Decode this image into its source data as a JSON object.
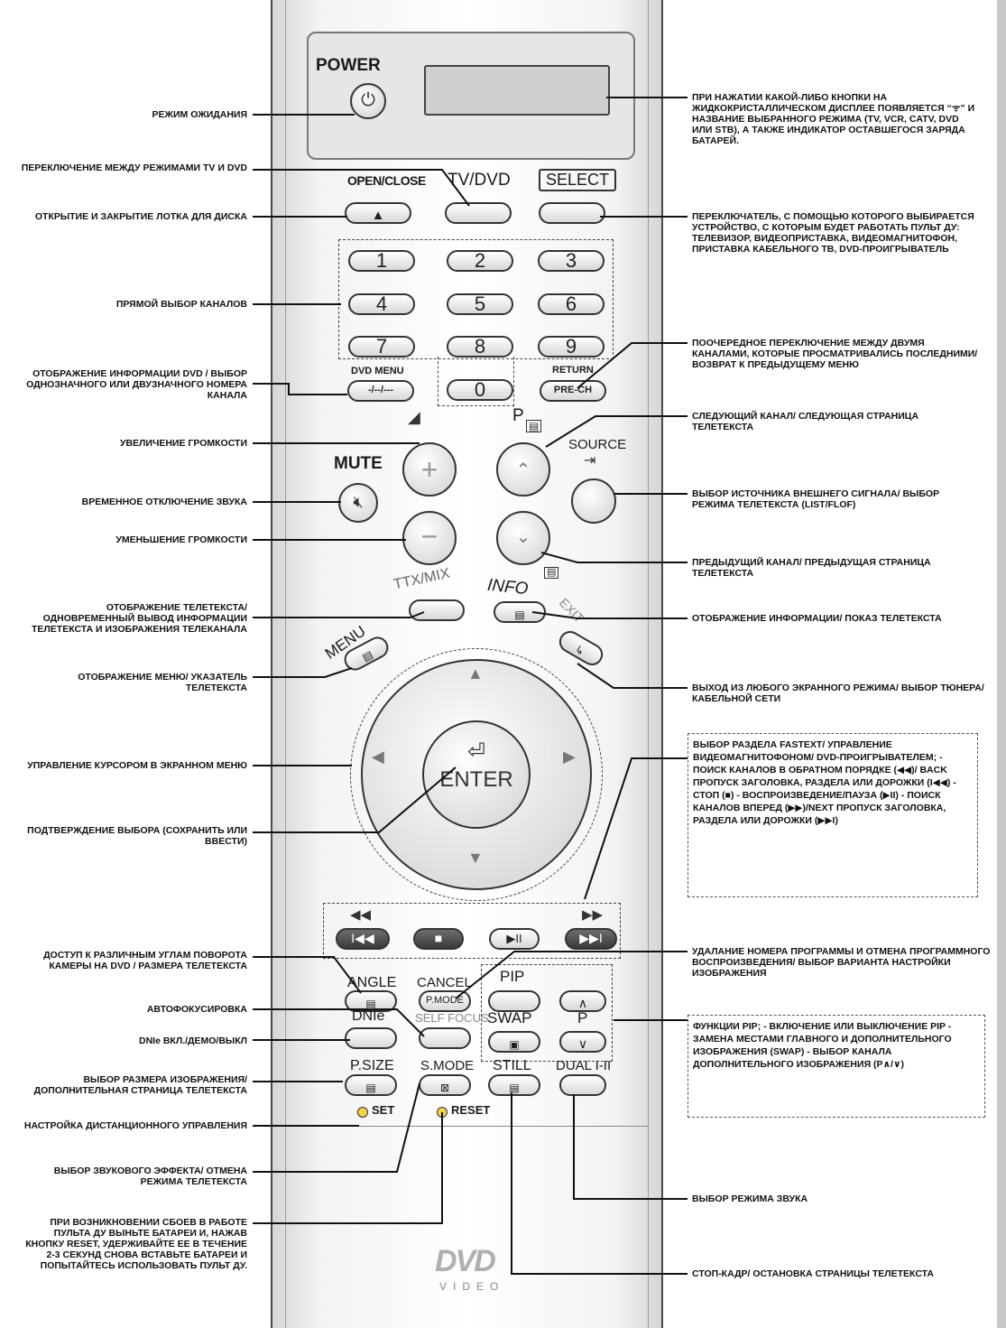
{
  "remote": {
    "power": "POWER",
    "open_close": "OPEN/CLOSE",
    "tv_dvd": "TV/DVD",
    "select": "SELECT",
    "eject_glyph": "▲",
    "digits": [
      "1",
      "2",
      "3",
      "4",
      "5",
      "6",
      "7",
      "8",
      "9",
      "0"
    ],
    "dvd_menu": "DVD MENU",
    "dash_button": "-/--/---",
    "return": "RETURN",
    "pre_ch": "PRE-CH",
    "p": "P",
    "mute": "MUTE",
    "source": "SOURCE",
    "ttx_mix": "TTX/MIX",
    "info": "INFO",
    "menu": "MENU",
    "exit": "EXIT",
    "enter": "ENTER",
    "angle": "ANGLE",
    "cancel": "CANCEL",
    "p_mode": "P.MODE",
    "pip": "PIP",
    "dnie": "DNIe",
    "self_focus": "SELF FOCUS",
    "swap": "SWAP",
    "p_size": "P.SIZE",
    "s_mode": "S.MODE",
    "still": "STILL",
    "dual": "DUAL I-II",
    "set": "SET",
    "reset": "RESET",
    "dvd_logo": "DVD",
    "video_logo": "VIDEO"
  },
  "left_labels": [
    "РЕЖИМ ОЖИДАНИЯ",
    "ПЕРЕКЛЮЧЕНИЕ МЕЖДУ РЕЖИМАМИ TV и DVD",
    "ОТКРЫТИЕ И ЗАКРЫТИЕ ЛОТКА ДЛЯ ДИСКА",
    "ПРЯМОЙ ВЫБОР КАНАЛОВ",
    "ОТОБРАЖЕНИЕ ИНФОРМАЦИИ DVD / ВЫБОР ОДНОЗНАЧНОГО ИЛИ ДВУЗНАЧНОГО НОМЕРА КАНАЛА",
    "УВЕЛИЧЕНИЕ ГРОМКОСТИ",
    "ВРЕМЕННОЕ ОТКЛЮЧЕНИЕ ЗВУКА",
    "УМЕНЬШЕНИЕ ГРОМКОСТИ",
    "ОТОБРАЖЕНИЕ ТЕЛЕТЕКСТА/ ОДНОВРЕМЕННЫЙ ВЫВОД ИНФОРМАЦИИ ТЕЛЕТЕКСТА И ИЗОБРАЖЕНИЯ ТЕЛЕКАНАЛА",
    "ОТОБРАЖЕНИЕ МЕНЮ/ УКАЗАТЕЛЬ ТЕЛЕТЕКСТА",
    "УПРАВЛЕНИЕ КУРСОРОМ В ЭКРАННОМ МЕНЮ",
    "ПОДТВЕРЖДЕНИЕ ВЫБОРА (СОХРАНИТЬ ИЛИ ВВЕСТИ)",
    "ДОСТУП К РАЗЛИЧНЫМ УГЛАМ ПОВОРОТА КАМЕРЫ НА DVD / РАЗМЕРА ТЕЛЕТЕКСТА",
    "АВТОФОКУСИРОВКА",
    "DNIe ВКЛ./ДЕМО/ВЫКЛ",
    "ВЫБОР РАЗМЕРА ИЗОБРАЖЕНИЯ/ ДОПОЛНИТЕЛЬНАЯ СТРАНИЦА ТЕЛЕТЕКСТА",
    "НАСТРОЙКА ДИСТАНЦИОННОГО УПРАВЛЕНИЯ",
    "ВЫБОР ЗВУКОВОГО ЭФФЕКТА/ ОТМЕНА РЕЖИМА ТЕЛЕТЕКСТА",
    "ПРИ ВОЗНИКНОВЕНИИ СБОЕВ В РАБОТЕ ПУЛЬТА ДУ ВЫНЬТЕ БАТАРЕИ И, НАЖАВ КНОПКУ RESET, УДЕРЖИВАЙТЕ ЕЕ В ТЕЧЕНИЕ 2-3 СЕКУНД СНОВА ВСТАВЬТЕ БАТАРЕИ И ПОПЫТАЙТЕСЬ ИСПОЛЬЗОВАТЬ ПУЛЬТ ДУ."
  ],
  "right_labels": [
    "ПРИ НАЖАТИИ КАКОЙ-ЛИБО КНОПКИ НА ЖИДКОКРИСТАЛЛИЧЕСКОМ ДИСПЛЕЕ ПОЯВЛЯЕТСЯ “ᯤ” И НАЗВАНИЕ ВЫБРАННОГО РЕЖИМА (TV, VCR, CATV, DVD ИЛИ STB), А ТАКЖЕ ИНДИКАТОР ОСТАВШЕГОСЯ ЗАРЯДА БАТАРЕЙ.",
    "ПЕРЕКЛЮЧАТЕЛЬ, С ПОМОЩЬЮ КОТОРОГО ВЫБИРАЕТСЯ УСТРОЙСТВО, С КОТОРЫМ БУДЕТ РАБОТАТЬ ПУЛЬТ ДУ: ТЕЛЕВИЗОР, ВИДЕОПРИСТАВКА, ВИДЕОМАГНИТОФОН, ПРИСТАВКА КАБЕЛЬНОГО ТВ, DVD-ПРОИГРЫВАТЕЛЬ",
    "ПООЧЕРЕДНОЕ ПЕРЕКЛЮЧЕНИЕ МЕЖДУ ДВУМЯ КАНАЛАМИ, КОТОРЫЕ ПРОСМАТРИВАЛИСЬ ПОСЛЕДНИМИ/ ВОЗВРАТ К ПРЕДЫДУЩЕМУ МЕНЮ",
    "СЛЕДУЮЩИЙ КАНАЛ/ СЛЕДУЮЩАЯ СТРАНИЦА ТЕЛЕТЕКСТА",
    "ВЫБОР ИСТОЧНИКА ВНЕШНЕГО СИГНАЛА/ ВЫБОР РЕЖИМА ТЕЛЕТЕКСТА (LIST/FLOF)",
    "ПРЕДЫДУЩИЙ КАНАЛ/ ПРЕДЫДУЩАЯ СТРАНИЦА ТЕЛЕТЕКСТА",
    "ОТОБРАЖЕНИЕ ИНФОРМАЦИИ/ ПОКАЗ ТЕЛЕТЕКСТА",
    "ВЫХОД ИЗ ЛЮБОГО ЭКРАННОГО РЕЖИМА/ ВЫБОР ТЮНЕРА/ КАБЕЛЬНОЙ СЕТИ",
    "ВЫБОР РАЗДЕЛА FASTEXT/ УПРАВЛЕНИЕ ВИДЕОМАГНИТОФОНОМ/ DVD-ПРОИГРЫВАТЕЛЕМ; - ПОИСК КАНАЛОВ В ОБРАТНОМ ПОРЯДКЕ (◀◀)/ BACK ПРОПУСК ЗАГОЛОВКА, РАЗДЕЛА ИЛИ ДОРОЖКИ (I◀◀) - СТОП (■) - ВОСПРОИЗВЕДЕНИЕ/ПАУЗА (▶II) - ПОИСК КАНАЛОВ ВПЕРЕД (▶▶)/NEXT ПРОПУСК ЗАГОЛОВКА, РАЗДЕЛА ИЛИ ДОРОЖКИ (▶▶I)",
    "УДАЛАНИЕ НОМЕРА ПРОГРАММЫ И ОТМЕНА ПРОГРАММНОГО ВОСПРОИЗВЕДЕНИЯ/ ВЫБОР ВАРИАНТА НАСТРОЙКИ ИЗОБРАЖЕНИЯ",
    "ФУНКЦИИ PIP; - ВКЛЮЧЕНИЕ ИЛИ ВЫКЛЮЧЕНИЕ PIP - ЗАМЕНА МЕСТАМИ ГЛАВНОГО И ДОПОЛНИТЕЛЬНОГО ИЗОБРАЖЕНИЯ (SWAP) - ВЫБОР КАНАЛА ДОПОЛНИТЕЛЬНОГО ИЗОБРАЖЕНИЯ (P∧/∨)",
    "ВЫБОР РЕЖИМА ЗВУКА",
    "СТОП-КАДР/ ОСТАНОВКА СТРАНИЦЫ ТЕЛЕТЕКСТА"
  ]
}
